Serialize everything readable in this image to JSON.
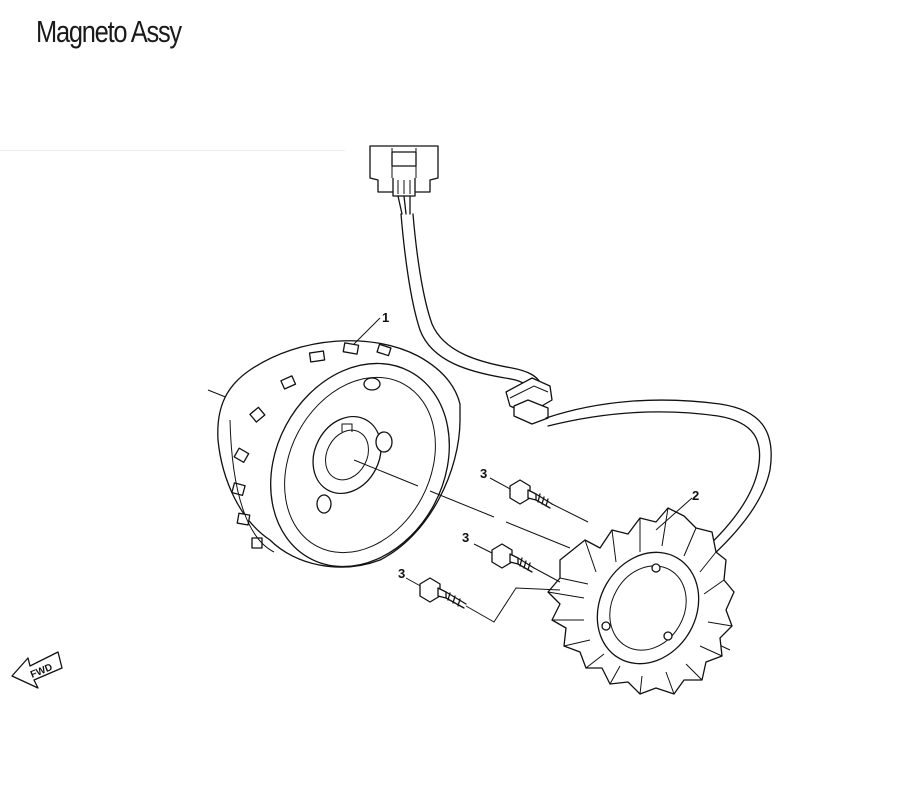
{
  "title": "Magneto Assy",
  "callouts": {
    "flywheel": "1",
    "stator": "2",
    "bolt_a": "3",
    "bolt_b": "3",
    "bolt_c": "3"
  },
  "direction_arrow": {
    "text": "FWD",
    "icon": "forward-arrow-icon"
  }
}
